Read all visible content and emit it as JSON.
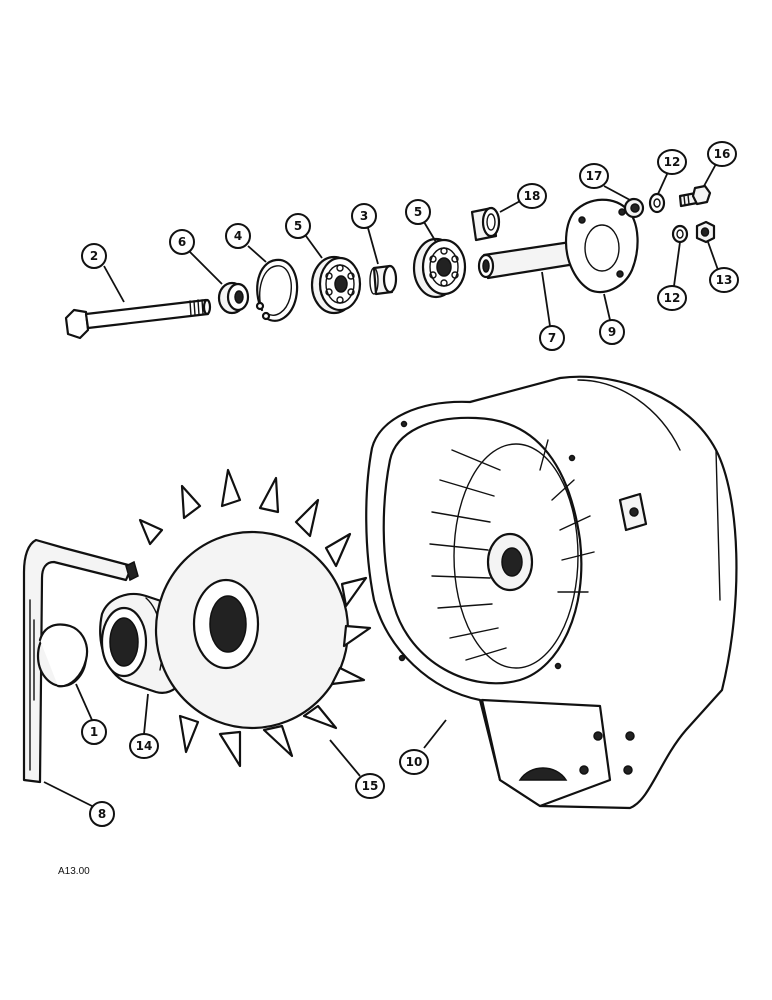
{
  "figure": {
    "reference_code": "A13.00",
    "callouts": [
      {
        "label": "2"
      },
      {
        "label": "6"
      },
      {
        "label": "4"
      },
      {
        "label": "5"
      },
      {
        "label": "3"
      },
      {
        "label": "5"
      },
      {
        "label": "18"
      },
      {
        "label": "17"
      },
      {
        "label": "12"
      },
      {
        "label": "16"
      },
      {
        "label": "12"
      },
      {
        "label": "13"
      },
      {
        "label": "7"
      },
      {
        "label": "9"
      },
      {
        "label": "1"
      },
      {
        "label": "14"
      },
      {
        "label": "15"
      },
      {
        "label": "8"
      },
      {
        "label": "10"
      }
    ]
  }
}
